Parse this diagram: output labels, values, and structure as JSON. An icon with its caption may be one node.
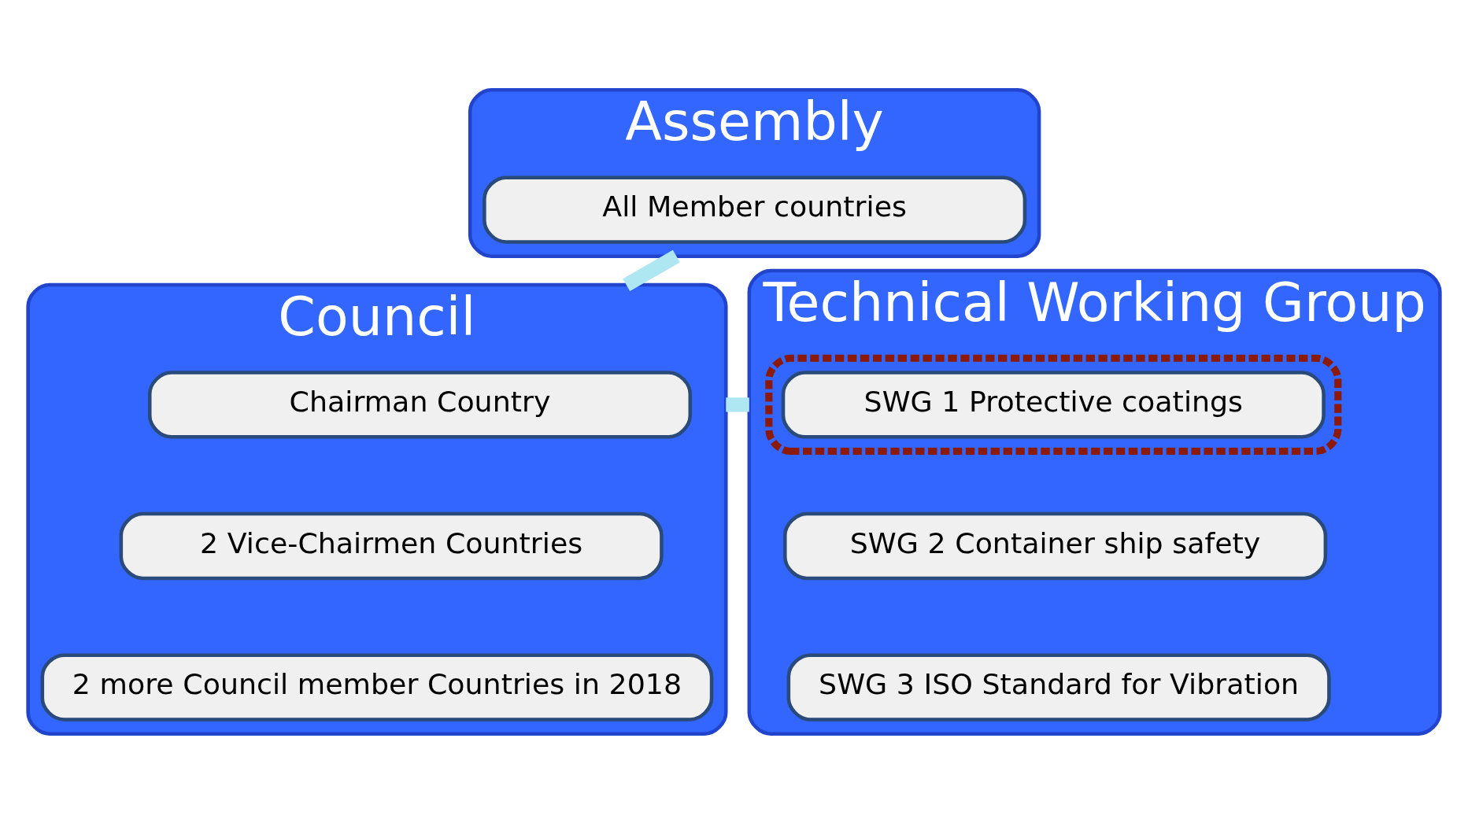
{
  "diagram": {
    "nodes": [
      {
        "text": [
          "Assembly"
        ]
      },
      {
        "text": [
          "All Member countries"
        ],
        "in": 0
      },
      {
        "text": [
          "Council"
        ]
      },
      {
        "text": [
          "Chairman Country"
        ],
        "in": 2
      },
      {
        "text": [
          "2 Vice-Chairmen Countries"
        ],
        "in": 2
      },
      {
        "text": [
          "2 more Council member Countries in 2018"
        ],
        "in": 2
      },
      {
        "text": [
          "Technical Working Group"
        ]
      },
      {
        "text": [],
        "shape": "box",
        "in": 6
      },
      {
        "text": [
          "SWG 1 Protective coatings"
        ],
        "in": 7
      },
      {
        "text": [
          "SWG 2 Container ship safety"
        ],
        "in": 6
      },
      {
        "text": [
          "SWG 3 ISO Standard for Vibration"
        ],
        "in": 6
      }
    ],
    "edges": [
      {
        "from": 0,
        "to": 2,
        "arrow": "none"
      },
      {
        "from": 2,
        "to": 6,
        "arrow": "none"
      }
    ]
  }
}
